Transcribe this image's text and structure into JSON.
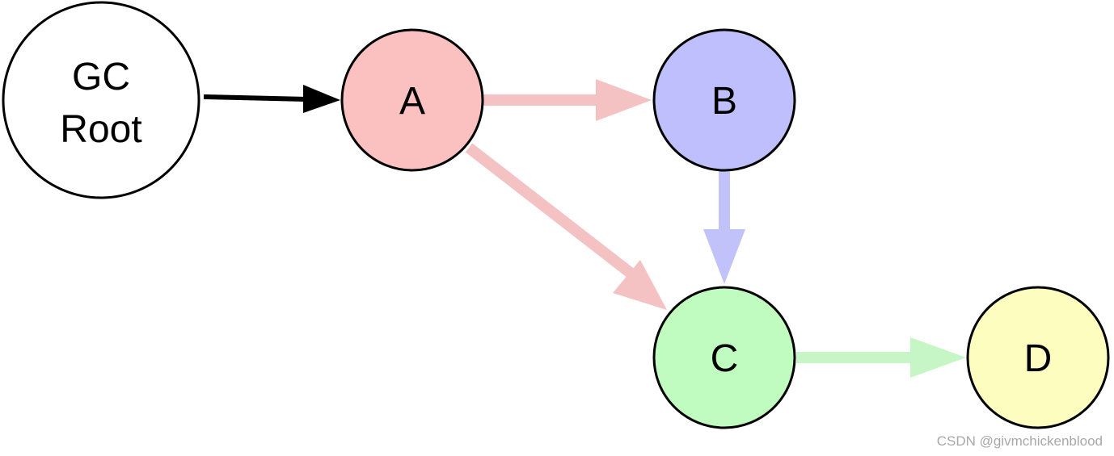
{
  "nodes": {
    "gc_root": {
      "line1": "GC",
      "line2": "Root",
      "fill": "#ffffff"
    },
    "a": {
      "label": "A",
      "fill": "#fbc0c0"
    },
    "b": {
      "label": "B",
      "fill": "#bfbffd"
    },
    "c": {
      "label": "C",
      "fill": "#c0fcbf"
    },
    "d": {
      "label": "D",
      "fill": "#fdfdbf"
    }
  },
  "edges": {
    "gc_root_to_a": {
      "color": "#000000"
    },
    "a_to_b": {
      "color": "#f4c2c2"
    },
    "a_to_c": {
      "color": "#f4c2c2"
    },
    "b_to_c": {
      "color": "#c2c2fb"
    },
    "c_to_d": {
      "color": "#c6f6c6"
    }
  },
  "watermark": "CSDN @givmchickenblood"
}
